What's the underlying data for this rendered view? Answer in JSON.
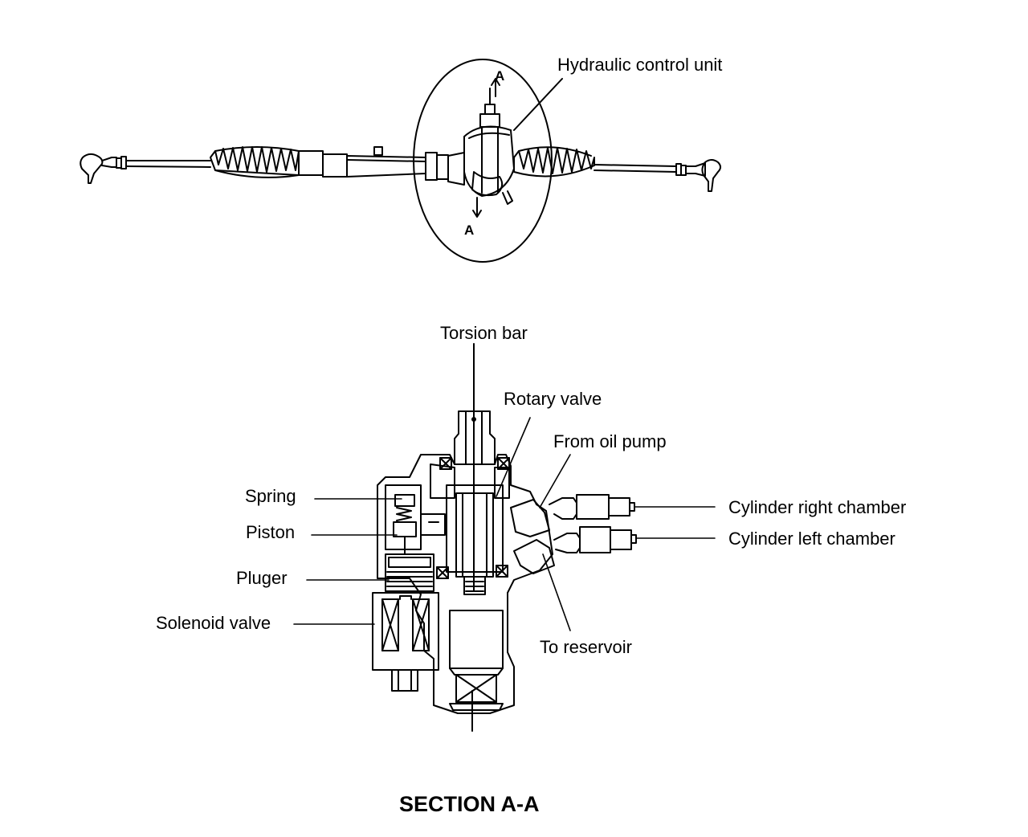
{
  "labels": {
    "hydraulic_control_unit": "Hydraulic control unit",
    "section_marker_top": "A",
    "section_marker_bottom": "A",
    "torsion_bar": "Torsion bar",
    "rotary_valve": "Rotary valve",
    "from_oil_pump": "From oil pump",
    "spring": "Spring",
    "piston": "Piston",
    "pluger": "Pluger",
    "solenoid_valve": "Solenoid valve",
    "to_reservoir": "To reservoir",
    "cylinder_right_chamber": "Cylinder right chamber",
    "cylinder_left_chamber": "Cylinder left chamber",
    "section_title": "SECTION A-A"
  }
}
